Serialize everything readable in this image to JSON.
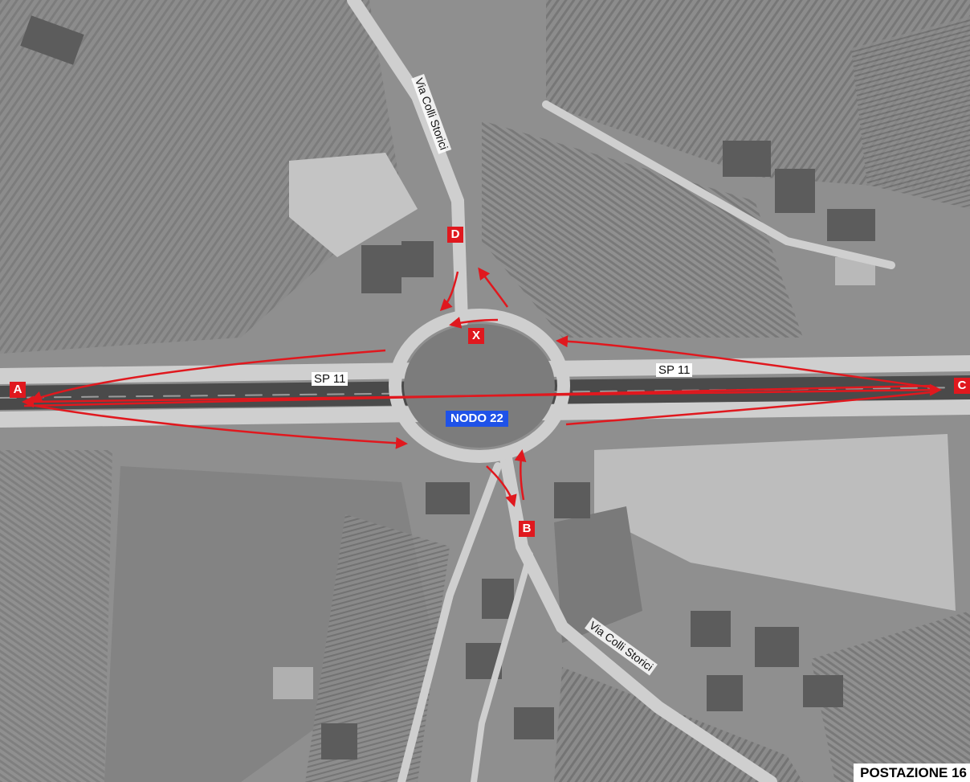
{
  "colors": {
    "route": "#e0181e",
    "marker_bg": "#e0181e",
    "node_bg": "#1f52e8",
    "label_bg": "#ffffff"
  },
  "roads": {
    "sp11_west": "SP 11",
    "sp11_east": "SP 11",
    "colli_north": "Via Colli Storici",
    "colli_south": "Via Colli Storici"
  },
  "node": {
    "label": "NODO 22"
  },
  "markers": {
    "a": "A",
    "b": "B",
    "c": "C",
    "d": "D",
    "x": "X"
  },
  "station": {
    "label": "POSTAZIONE 16"
  }
}
